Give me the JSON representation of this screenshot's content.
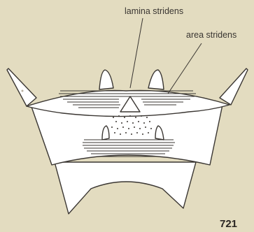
{
  "labels": {
    "lamina_stridens": "lamina stridens",
    "area_stridens": "area stridens"
  },
  "figure_number": "721",
  "colors": {
    "paper": "#e3dcc0",
    "ink": "#3a3632",
    "plate_fill": "#ffffff"
  }
}
